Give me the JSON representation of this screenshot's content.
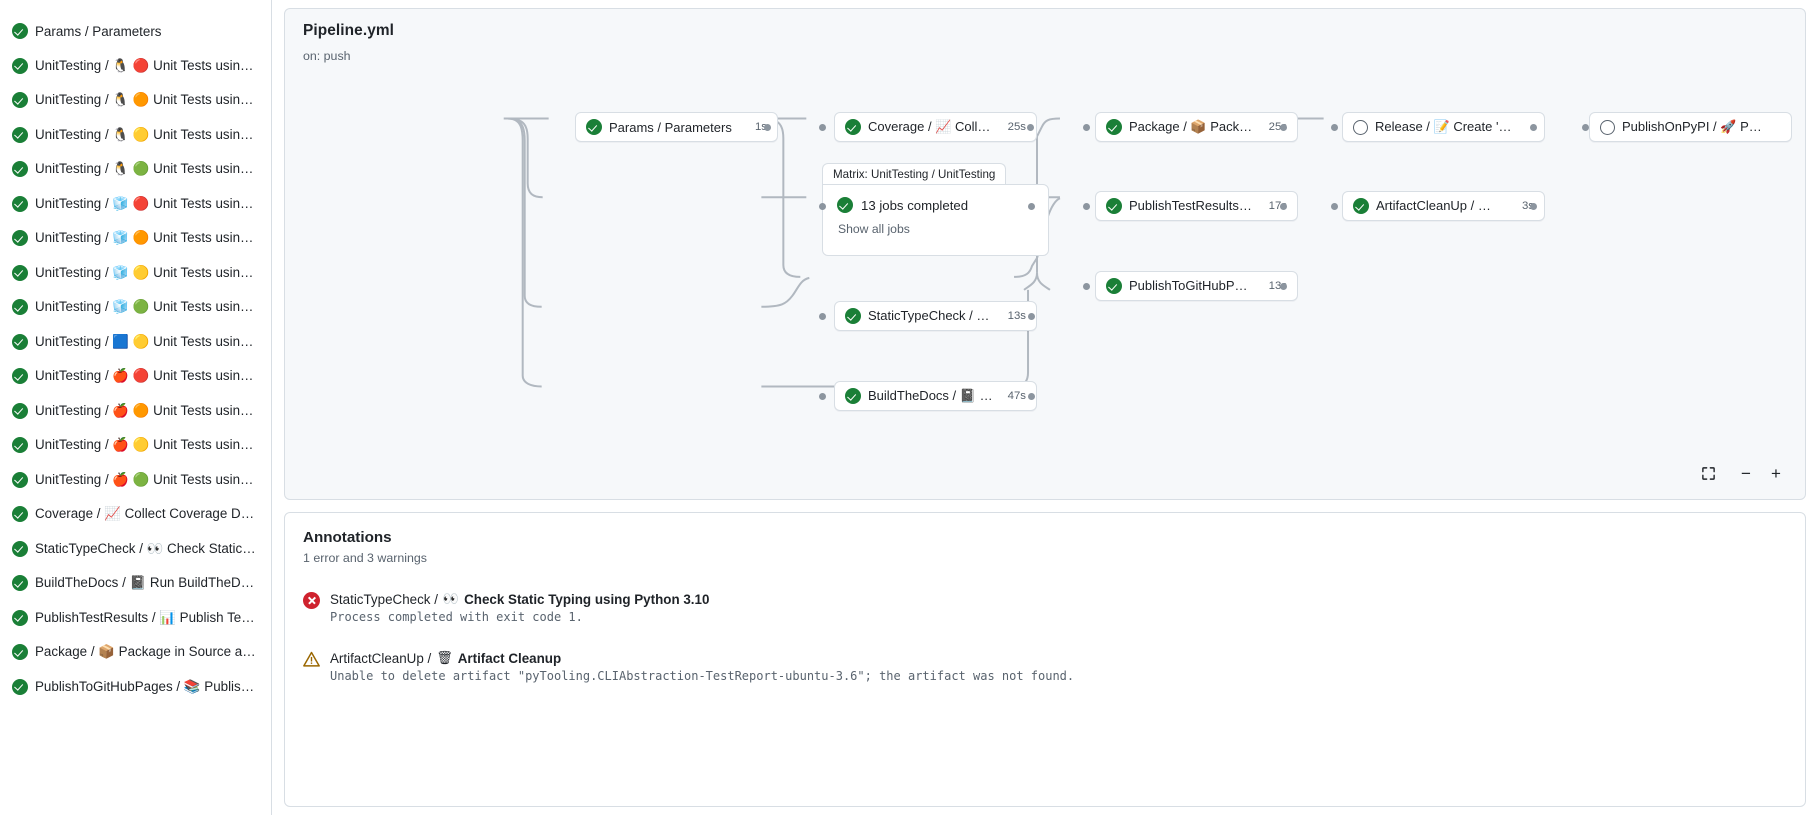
{
  "sidebar": {
    "items": [
      {
        "status": "success",
        "label": "Params / Parameters",
        "emoji": "",
        "emoji2": ""
      },
      {
        "status": "success",
        "label": "UnitTesting / 🐧 🔴 Unit Tests using Pyth…"
      },
      {
        "status": "success",
        "label": "UnitTesting / 🐧 🟠 Unit Tests using Pyth…"
      },
      {
        "status": "success",
        "label": "UnitTesting / 🐧 🟡 Unit Tests using Pyth…"
      },
      {
        "status": "success",
        "label": "UnitTesting / 🐧 🟢 Unit Tests using Pyth…"
      },
      {
        "status": "success",
        "label": "UnitTesting / 🧊 🔴 Unit Tests using Pyth…"
      },
      {
        "status": "success",
        "label": "UnitTesting / 🧊 🟠 Unit Tests using Pyth…"
      },
      {
        "status": "success",
        "label": "UnitTesting / 🧊 🟡 Unit Tests using Pyth…"
      },
      {
        "status": "success",
        "label": "UnitTesting / 🧊 🟢 Unit Tests using Pyth…"
      },
      {
        "status": "success",
        "label": "UnitTesting / 🟦 🟡 Unit Tests using Pyth…"
      },
      {
        "status": "success",
        "label": "UnitTesting / 🍎 🔴 Unit Tests using Pyth…"
      },
      {
        "status": "success",
        "label": "UnitTesting / 🍎 🟠 Unit Tests using Pyth…"
      },
      {
        "status": "success",
        "label": "UnitTesting / 🍎 🟡 Unit Tests using Pyth…"
      },
      {
        "status": "success",
        "label": "UnitTesting / 🍎 🟢 Unit Tests using Pyth…"
      },
      {
        "status": "success",
        "label": "Coverage / 📈 Collect Coverage Data usi…"
      },
      {
        "status": "success",
        "label": "StaticTypeCheck / 👀 Check Static Typing…"
      },
      {
        "status": "success",
        "label": "BuildTheDocs / 📓 Run BuildTheDocs"
      },
      {
        "status": "success",
        "label": "PublishTestResults / 📊 Publish Test Resu…"
      },
      {
        "status": "success",
        "label": "Package / 📦 Package in Source and Wh…"
      },
      {
        "status": "success",
        "label": "PublishToGitHubPages / 📚 Publish to G…"
      }
    ]
  },
  "graph": {
    "title": "Pipeline.yml",
    "subtitle": "on: push",
    "matrix": {
      "tab_label": "Matrix: UnitTesting / UnitTesting",
      "summary": "13 jobs completed",
      "show_all": "Show all jobs",
      "status": "success"
    },
    "nodes": [
      {
        "id": "params",
        "status": "success",
        "label": "Params / Parameters",
        "time": "1s"
      },
      {
        "id": "coverage",
        "status": "success",
        "label": "Coverage / 📈 Collect Cove…",
        "time": "25s"
      },
      {
        "id": "statictype",
        "status": "success",
        "label": "StaticTypeCheck / 👀 Chec…",
        "time": "13s"
      },
      {
        "id": "builddocs",
        "status": "success",
        "label": "BuildTheDocs / 📓 Run Buil…",
        "time": "47s"
      },
      {
        "id": "package",
        "status": "success",
        "label": "Package / 📦 Package in So…",
        "time": "25s"
      },
      {
        "id": "publishtest",
        "status": "success",
        "label": "PublishTestResults / 📊 Pu…",
        "time": "17s"
      },
      {
        "id": "publishpages",
        "status": "success",
        "label": "PublishToGitHubPages / 📚 …",
        "time": "13s"
      },
      {
        "id": "artifact",
        "status": "success",
        "label": "ArtifactCleanUp / 🗑 Artifac…",
        "time": "3s"
      },
      {
        "id": "release",
        "status": "pending",
        "label": "Release / 📝 Create 'Release P…",
        "time": ""
      },
      {
        "id": "publishpypi",
        "status": "pending",
        "label": "PublishOnPyPI / 🚀 Publish to …",
        "time": ""
      }
    ],
    "controls": {
      "fullscreen": "fullscreen-icon",
      "zoom_out": "−",
      "zoom_in": "+"
    }
  },
  "annotations": {
    "title": "Annotations",
    "summary": "1 error and 3 warnings",
    "items": [
      {
        "severity": "error",
        "job": "StaticTypeCheck /",
        "emoji": "👀",
        "name": "Check Static Typing using Python 3.10",
        "message": "Process completed with exit code 1."
      },
      {
        "severity": "warning",
        "job": "ArtifactCleanUp /",
        "emoji": "🗑",
        "name": "Artifact Cleanup",
        "message": "Unable to delete artifact \"pyTooling.CLIAbstraction-TestReport-ubuntu-3.6\"; the artifact was not found."
      }
    ]
  }
}
